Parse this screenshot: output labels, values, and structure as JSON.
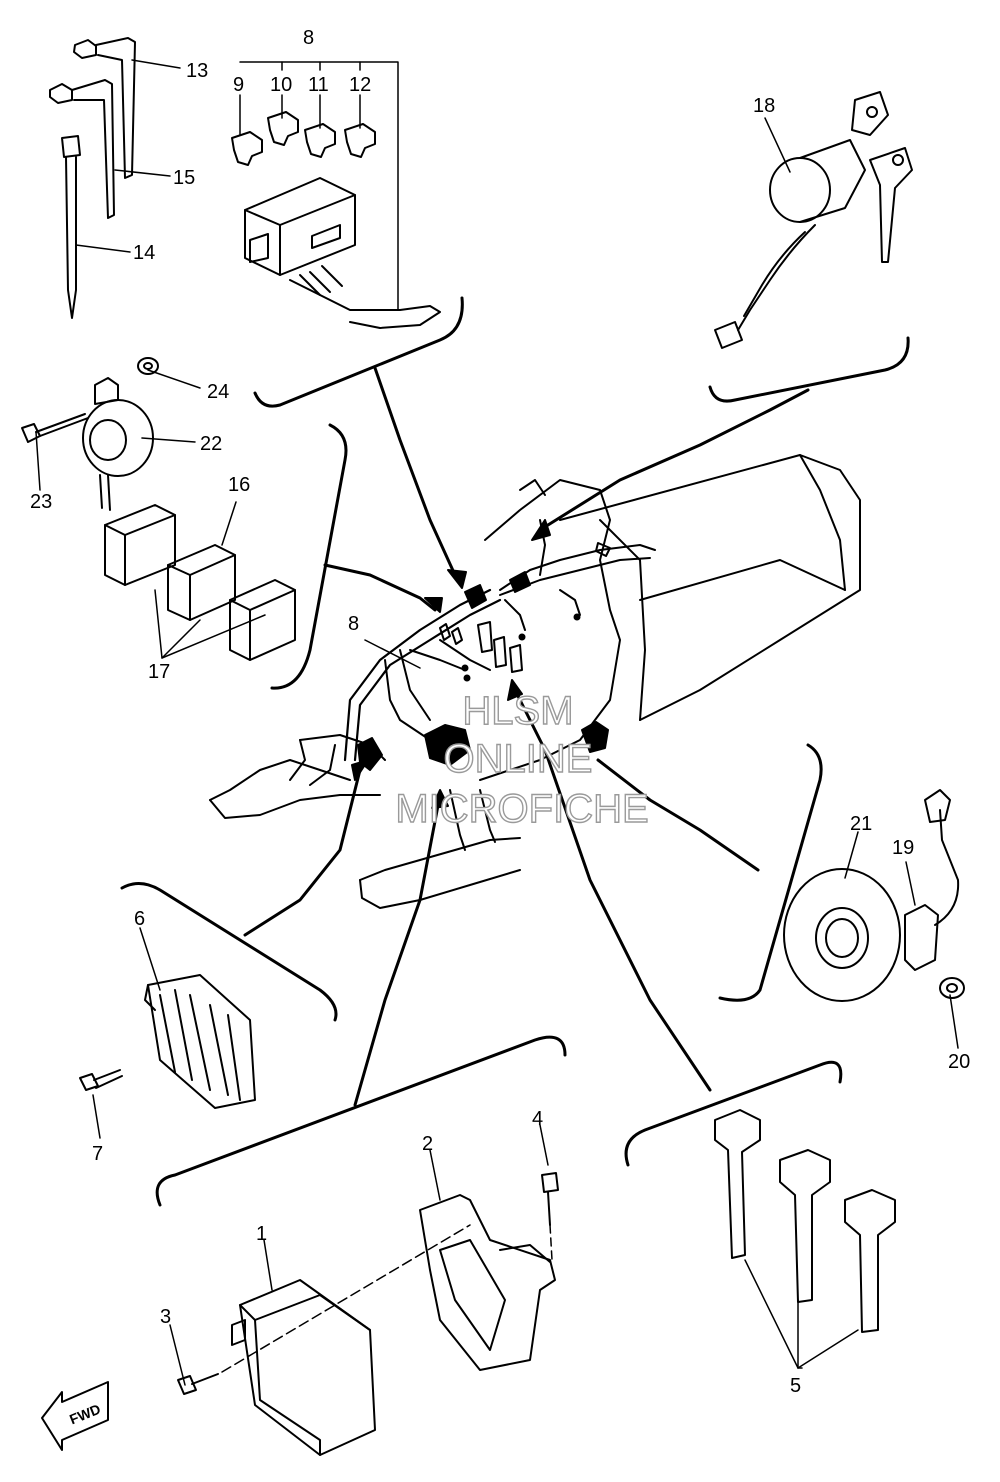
{
  "callouts": {
    "c1": "1",
    "c2": "2",
    "c3": "3",
    "c4": "4",
    "c5": "5",
    "c6": "6",
    "c7": "7",
    "c8_top": "8",
    "c8_center": "8",
    "c9": "9",
    "c10": "10",
    "c11": "11",
    "c12": "12",
    "c13": "13",
    "c14": "14",
    "c15": "15",
    "c16": "16",
    "c17": "17",
    "c18": "18",
    "c19": "19",
    "c20": "20",
    "c21": "21",
    "c22": "22",
    "c23": "23",
    "c24": "24"
  },
  "watermark": {
    "line1": "HLSM",
    "line2": "ONLINE",
    "line3": "MICROFICHE"
  },
  "fwd_label": "FWD"
}
